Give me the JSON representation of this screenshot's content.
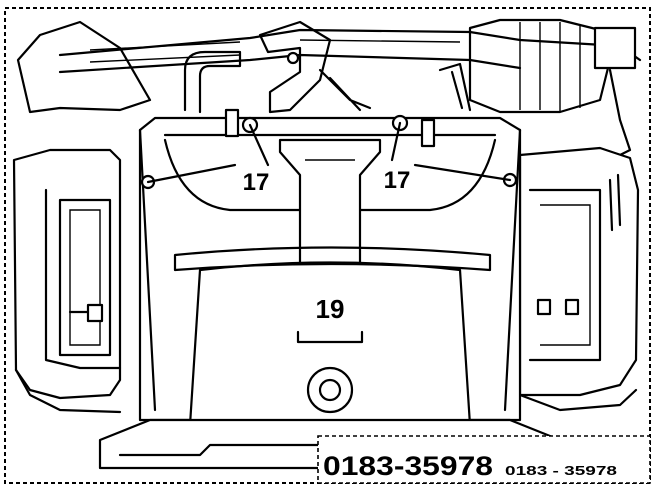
{
  "diagram": {
    "callouts": [
      "17",
      "17",
      "19"
    ],
    "part_number_large": "0183-35978",
    "part_number_small": "0183 - 35978"
  }
}
